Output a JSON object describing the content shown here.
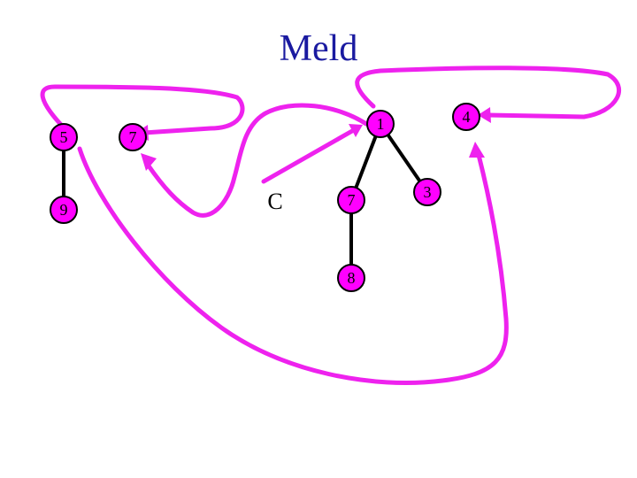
{
  "title": "Meld",
  "colors": {
    "node_fill": "#ff00ff",
    "arrow": "#ee22ee",
    "edge": "#000000",
    "title": "#1a1aa0"
  },
  "nodes": {
    "n5": "5",
    "n9": "9",
    "n7_left": "7",
    "n1": "1",
    "n4": "4",
    "n7_mid": "7",
    "n3": "3",
    "n8": "8"
  },
  "pointer_label": "C"
}
